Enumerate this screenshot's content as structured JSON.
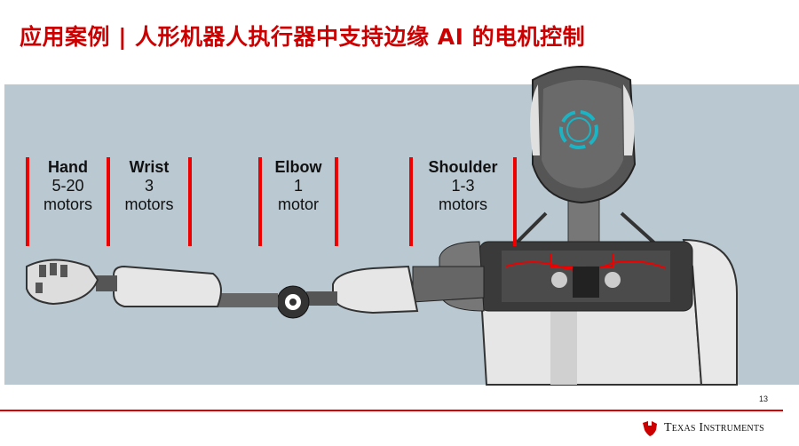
{
  "title": "应用案例 | 人形机器人执行器中支持边缘 AI 的电机控制",
  "labels": [
    {
      "name": "Hand",
      "count": "5-20",
      "unit": "motors"
    },
    {
      "name": "Wrist",
      "count": "3",
      "unit": "motors"
    },
    {
      "name": "Elbow",
      "count": "1",
      "unit": "motor"
    },
    {
      "name": "Shoulder",
      "count": "1-3",
      "unit": "motors"
    }
  ],
  "page_number": "13",
  "footer": {
    "brand": "Texas Instruments"
  },
  "colors": {
    "accent": "#cc0000",
    "panel": "#b9c8d1",
    "marker": "#ee0000"
  }
}
